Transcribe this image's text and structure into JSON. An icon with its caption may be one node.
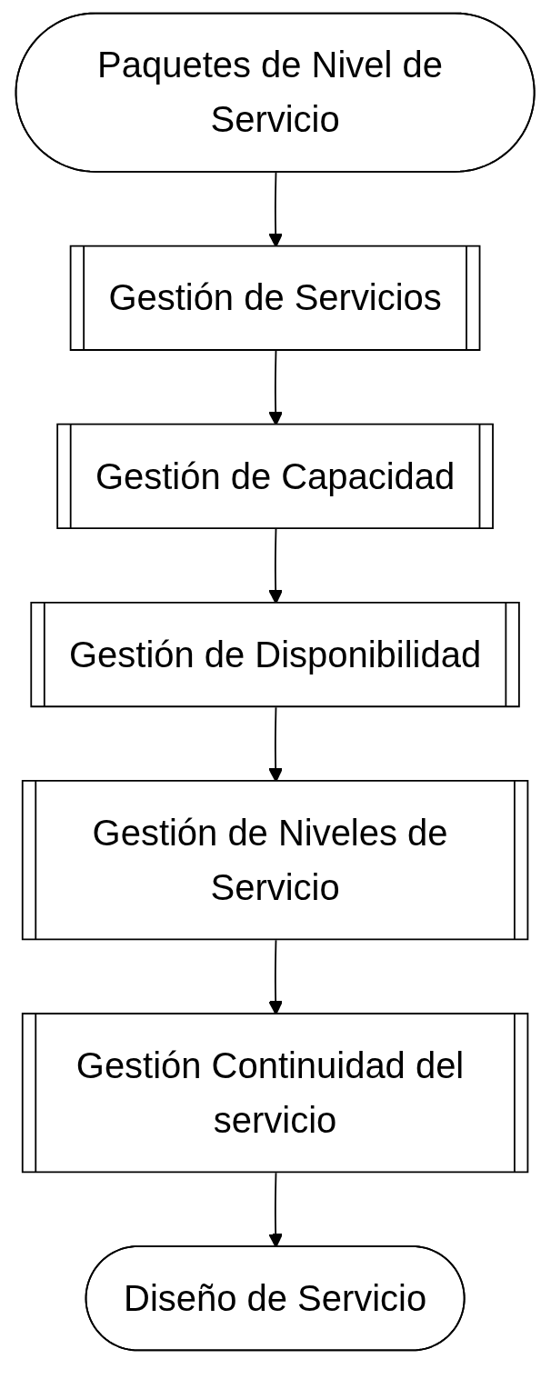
{
  "diagram": {
    "nodes": [
      {
        "text": [
          "Paquetes de Nivel de Servicio"
        ]
      },
      {
        "text": [
          "Gestión de Servicios"
        ]
      },
      {
        "text": [
          "Gestión de Capacidad"
        ]
      },
      {
        "text": [
          "Gestión de Disponibilidad"
        ]
      },
      {
        "text": [
          "Gestión de Niveles de Servicio"
        ]
      },
      {
        "text": [
          "Gestión Continuidad del servicio"
        ]
      },
      {
        "text": [
          "Diseño de Servicio"
        ]
      }
    ],
    "edges": [
      {
        "from": 0,
        "to": 1,
        "arrow": "to"
      },
      {
        "from": 1,
        "to": 2,
        "arrow": "to"
      },
      {
        "from": 2,
        "to": 3,
        "arrow": "to"
      },
      {
        "from": 3,
        "to": 4,
        "arrow": "to"
      },
      {
        "from": 4,
        "to": 5,
        "arrow": "to"
      },
      {
        "from": 5,
        "to": 6,
        "arrow": "to"
      }
    ]
  }
}
